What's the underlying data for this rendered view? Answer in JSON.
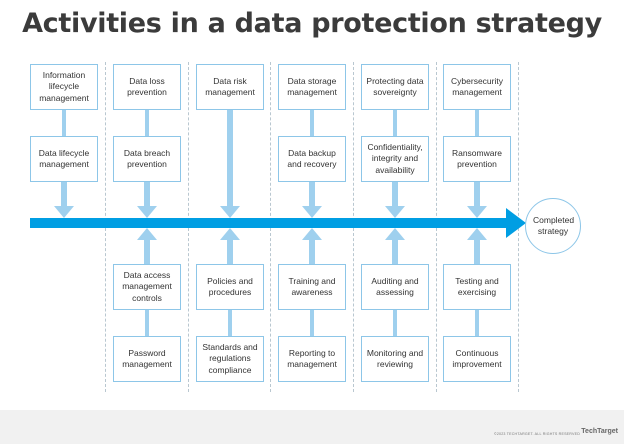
{
  "title": "Activities in a data protection strategy",
  "top_row_1": [
    "Information lifecycle management",
    "Data loss prevention",
    "Data risk management",
    "Data storage management",
    "Protecting data sovereignty",
    "Cybersecurity management"
  ],
  "top_row_2": [
    "Data lifecycle management",
    "Data breach prevention",
    "",
    "Data backup and recovery",
    "Confidentiality, integrity and availability",
    "Ransomware prevention"
  ],
  "bottom_row_1": [
    "",
    "Data access management controls",
    "Policies and procedures",
    "Training and awareness",
    "Auditing and assessing",
    "Testing and exercising"
  ],
  "bottom_row_2": [
    "",
    "Password management",
    "Standards and regulations compliance",
    "Reporting to management",
    "Monitoring and reviewing",
    "Continuous improvement"
  ],
  "endpoint": "Completed strategy",
  "footer": {
    "copyright": "©2023 TECHTARGET. ALL RIGHTS RESERVED",
    "brand": "TechTarget"
  },
  "colors": {
    "main_arrow": "#009ee3",
    "connector": "#9fd0ee",
    "box_border": "#8dc6e8",
    "title": "#3b3b3b"
  }
}
